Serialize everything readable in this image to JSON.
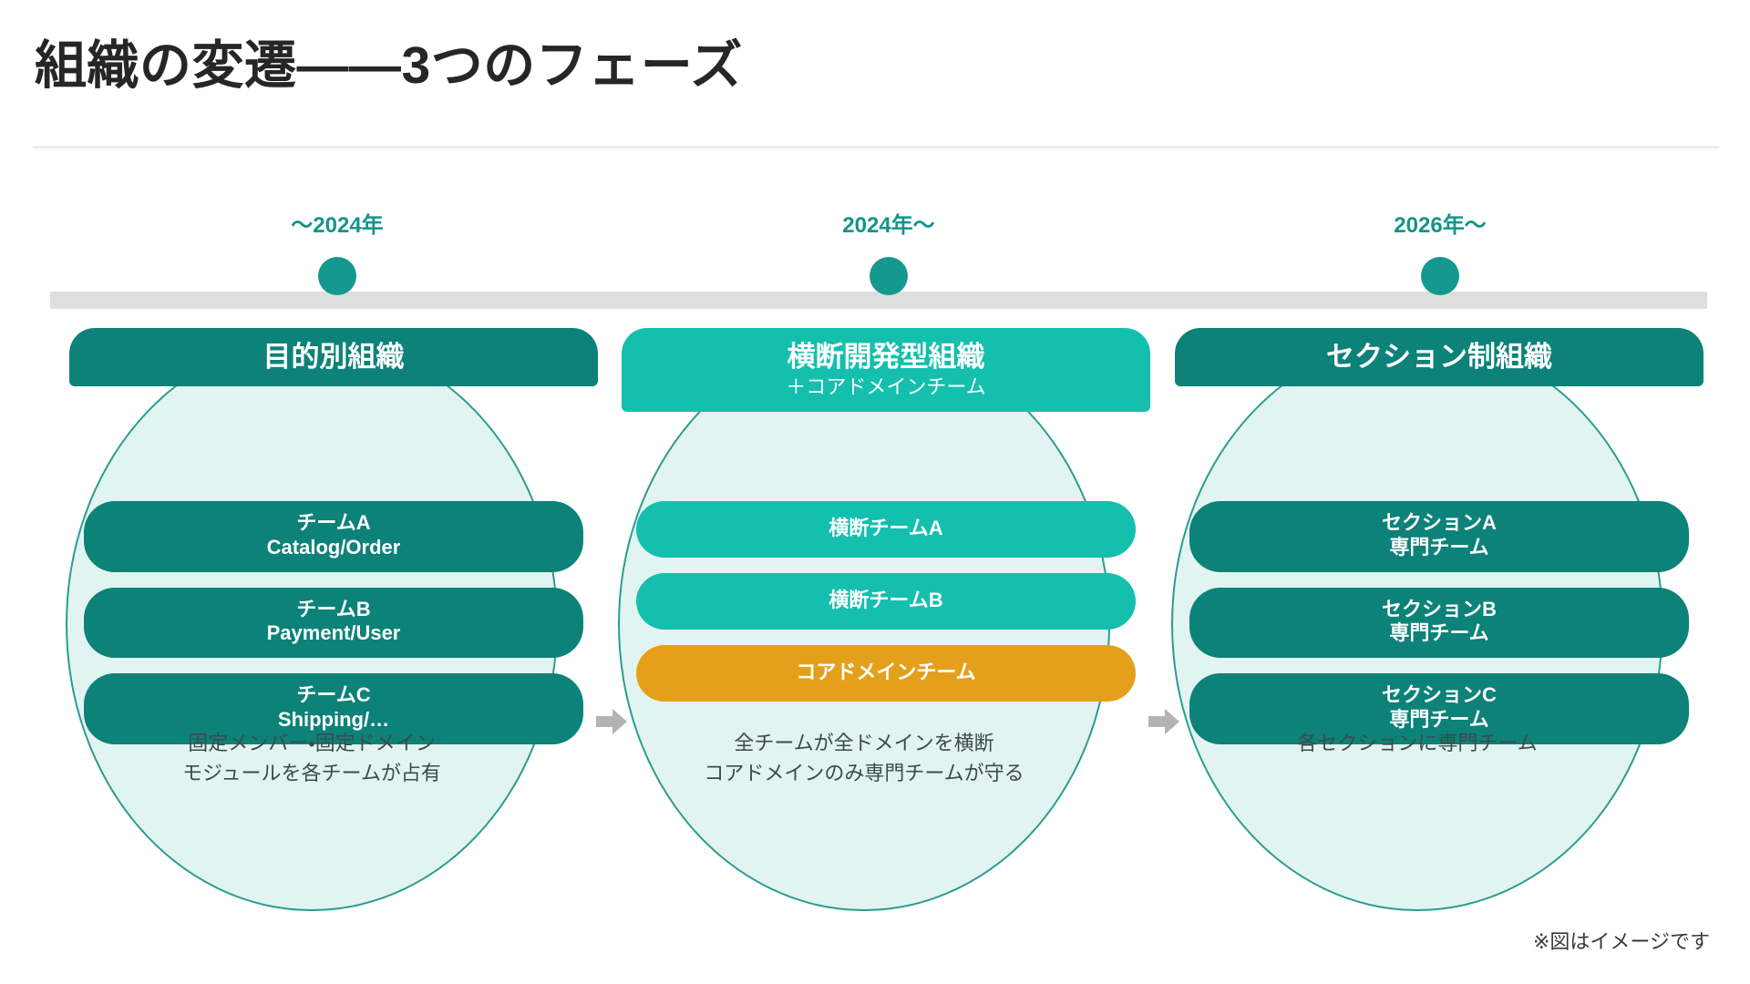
{
  "slide": {
    "title": "組織の変遷——3つのフェーズ",
    "footnote": "※図はイメージです"
  },
  "colors": {
    "teal_dark": "#0c8279",
    "teal_mid": "#14988f",
    "teal_bright": "#16c0ae",
    "teal_pale": "#e2f4f1",
    "orange": "#e5a01b",
    "timeline_bar": "#dedede",
    "arrow_grey": "#b3b3b3",
    "text_dark": "#262626"
  },
  "timeline": {
    "nodes": [
      {
        "label": "〜2024年"
      },
      {
        "label": "2024年〜"
      },
      {
        "label": "2026年〜"
      }
    ]
  },
  "phases": [
    {
      "header_title": "目的別組織",
      "header_sub": "",
      "header_color": "#0c8279",
      "items": [
        {
          "line1": "チームA",
          "line2": "Catalog/Order",
          "color": "#0c8279"
        },
        {
          "line1": "チームB",
          "line2": "Payment/User",
          "color": "#0c8279"
        },
        {
          "line1": "チームC",
          "line2": "Shipping/…",
          "color": "#0c8279"
        }
      ],
      "desc_line1": "固定メンバー・固定ドメイン",
      "desc_line2": "モジュールを各チームが占有"
    },
    {
      "header_title": "横断開発型組織",
      "header_sub": "＋コアドメインチーム",
      "header_color": "#14bfae",
      "items": [
        {
          "line1": "横断チームA",
          "line2": "",
          "color": "#14bfae"
        },
        {
          "line1": "横断チームB",
          "line2": "",
          "color": "#14bfae"
        },
        {
          "line1": "コアドメインチーム",
          "line2": "",
          "color": "#e5a01b"
        }
      ],
      "desc_line1": "全チームが全ドメインを横断",
      "desc_line2": "コアドメインのみ専門チームが守る"
    },
    {
      "header_title": "セクション制組織",
      "header_sub": "",
      "header_color": "#0c8279",
      "items": [
        {
          "line1": "セクションA",
          "line2": "専門チーム",
          "color": "#0c8279"
        },
        {
          "line1": "セクションB",
          "line2": "専門チーム",
          "color": "#0c8279"
        },
        {
          "line1": "セクションC",
          "line2": "専門チーム",
          "color": "#0c8279"
        }
      ],
      "desc_line1": "各セクションに専門チーム",
      "desc_line2": ""
    }
  ],
  "arrows": [
    {
      "name": "arrow-phase1-to-phase2"
    },
    {
      "name": "arrow-phase2-to-phase3"
    }
  ]
}
